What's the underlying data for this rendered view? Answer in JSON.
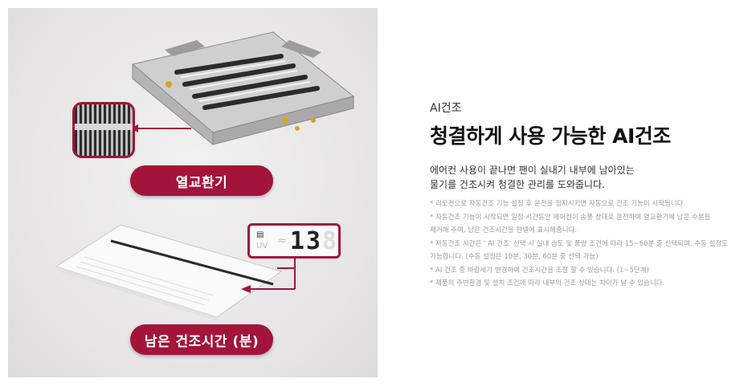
{
  "visual": {
    "labels": {
      "heat_exchanger": "열교환기",
      "remaining_time": "남은 건조시간 (분)"
    },
    "display": {
      "value": "13",
      "ghost_digit": "8",
      "icon_uv": "UV"
    },
    "colors": {
      "accent": "#a3143a",
      "panel_bg": "#e8e6e6"
    }
  },
  "content": {
    "category": "AI건조",
    "title": "청결하게 사용 가능한 AI건조",
    "description": [
      "에어컨 사용이 끝나면 팬이 실내기 내부에 남아있는",
      "물기를 건조시켜 청결한 관리를 도와줍니다."
    ],
    "notes": [
      "* 리모컨으로 자동건조 기능 설정 후 운전을 정지시키면 자동으로 건조 기능이 시작됩니다.",
      "* 자동건조 기능이 시작되면 일정 시간동안 에어컨이 송풍 상태로 운전하여 열교환기에 남은 수분을",
      "제거해 주며, 남은 건조시간을 판넬에 표시해줍니다.",
      "* 자동건조 시간은 ' AI 건조' 선택 시 실내 습도 및 풍량 조건에 따라 15~60분 중 선택되며, 수동 설정도",
      "가능합니다. (수동 설정은 10분, 30분, 60분 중 선택 가능)",
      "* AI 건조 중 바람세기 변경하여 건조시간을 조절 할 수 있습니다. (1~5단계)",
      "* 제품의 주변환경 및 설치 조건에 따라 내부의 건조 상태는 차이가 날 수 있습니다."
    ]
  }
}
